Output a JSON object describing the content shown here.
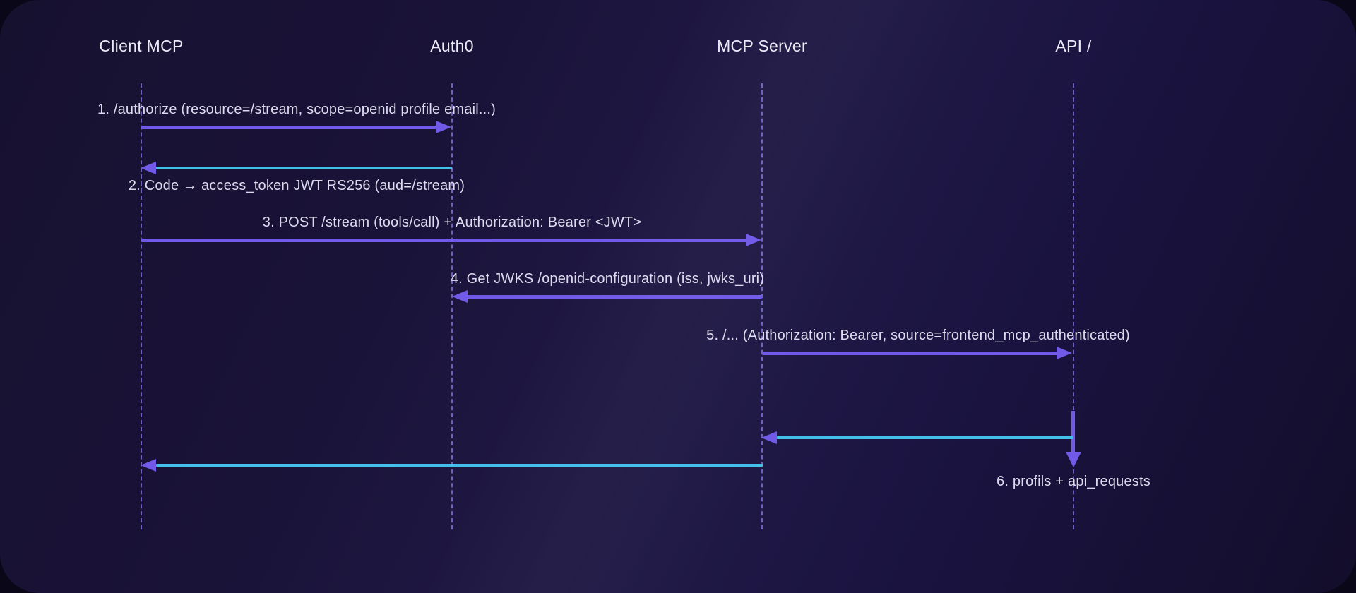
{
  "diagram": {
    "type": "sequence-diagram",
    "participants": [
      {
        "name": "Client MCP"
      },
      {
        "name": "Auth0"
      },
      {
        "name": "MCP Server"
      },
      {
        "name": "API /"
      }
    ],
    "messages": [
      {
        "label": "1. /authorize (resource=/stream, scope=openid profile email...)",
        "from": "Client MCP",
        "to": "Auth0",
        "style": "request"
      },
      {
        "label": "2. Code → access_token JWT RS256 (aud=/stream)",
        "from": "Auth0",
        "to": "Client MCP",
        "style": "response"
      },
      {
        "label": "3. POST /stream (tools/call) + Authorization: Bearer <JWT>",
        "from": "Client MCP",
        "to": "MCP Server",
        "style": "request"
      },
      {
        "label": "4. Get JWKS /openid-configuration (iss, jwks_uri)",
        "from": "MCP Server",
        "to": "Auth0",
        "style": "request"
      },
      {
        "label": "5. /... (Authorization: Bearer, source=frontend_mcp_authenticated)",
        "from": "MCP Server",
        "to": "API /",
        "style": "request"
      },
      {
        "label": "6. profils + api_requests",
        "from": "API /",
        "to": "API /",
        "style": "self-processing"
      },
      {
        "label": "",
        "from": "API /",
        "to": "MCP Server",
        "style": "response"
      },
      {
        "label": "",
        "from": "MCP Server",
        "to": "Client MCP",
        "style": "response"
      }
    ],
    "colors": {
      "request_arrow": "#715ae8",
      "response_line": "#44c0e8",
      "arrowhead": "#715ae8",
      "lifeline": "#8d7ef2",
      "text": "#dedbee",
      "background": "#1a1339"
    }
  }
}
